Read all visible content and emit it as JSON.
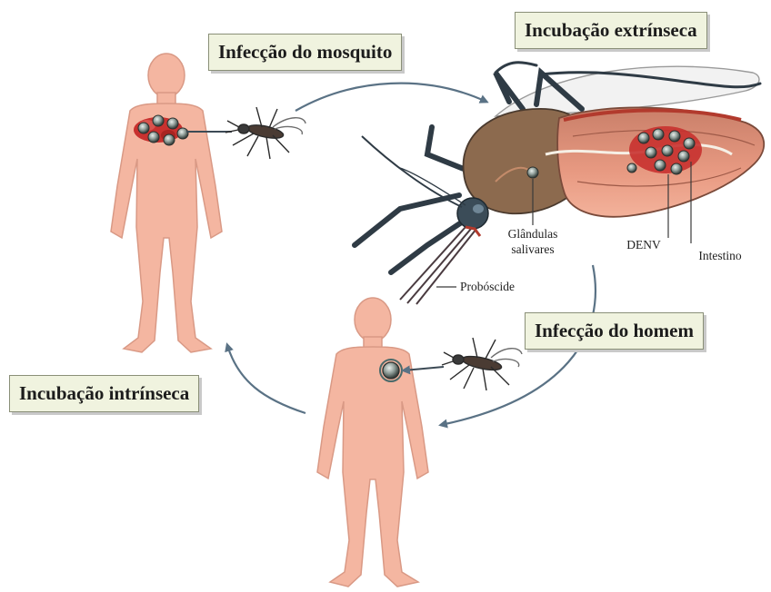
{
  "stages": {
    "mosquito_infection": "Infecção do mosquito",
    "extrinsic_incubation": "Incubação extrínseca",
    "human_infection": "Infecção do homem",
    "intrinsic_incubation": "Incubação intrínseca"
  },
  "anatomy": {
    "salivary_glands_line1": "Glândulas",
    "salivary_glands_line2": "salivares",
    "virus": "DENV",
    "intestine": "Intestino",
    "proboscis": "Probóscide"
  },
  "colors": {
    "skin": "#f4b6a1",
    "skin_outline": "#d99985",
    "arrow": "#5a7285",
    "virus": "#7d8a85",
    "infection_red": "#c8312f",
    "label_bg": "#f0f3df"
  }
}
